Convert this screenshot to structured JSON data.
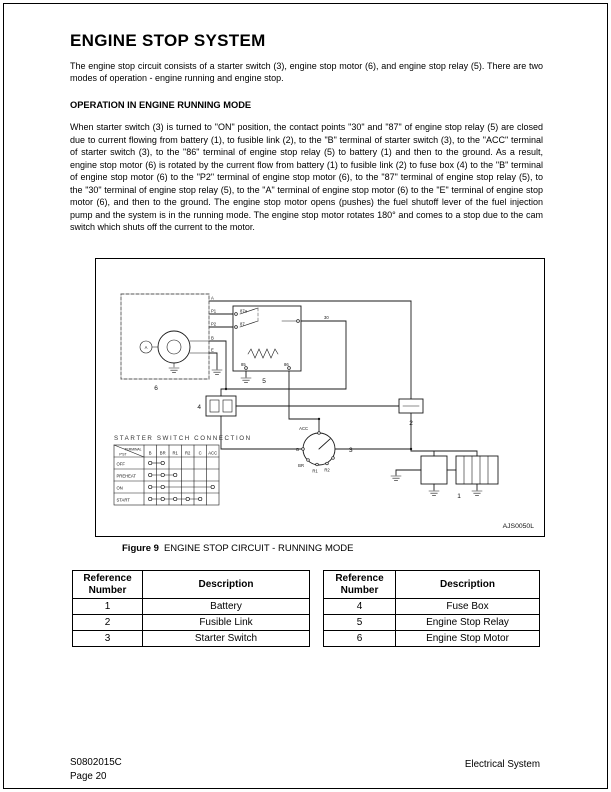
{
  "page": {
    "title": "ENGINE STOP SYSTEM",
    "intro": "The engine stop circuit consists of a starter switch (3), engine stop motor (6), and engine stop relay (5). There are two modes of operation - engine running and engine stop.",
    "section_heading": "OPERATION IN ENGINE RUNNING MODE",
    "body": "When starter switch (3) is turned to \"ON\" position, the contact points \"30\" and \"87\" of engine stop relay (5) are closed due to current flowing from battery (1), to fusible link (2), to the \"B\" terminal of starter switch (3), to the \"ACC\" terminal of starter switch (3), to the \"86\" terminal of engine stop relay (5) to battery (1) and then to the ground. As a result, engine stop motor (6) is rotated by the current flow from battery (1) to fusible link (2) to fuse box (4) to the \"B\" terminal of engine stop motor (6) to the \"P2\" terminal of engine stop motor (6), to the \"87\" terminal of engine stop relay (5), to the \"30\" terminal of engine stop relay (5), to the \"A\" terminal of engine stop motor (6) to the \"E\" terminal of engine stop motor (6), and then to the ground. The engine stop motor opens (pushes) the fuel shutoff lever of the fuel injection pump and the system is in the running mode. The engine stop motor rotates 180° and comes to a stop due to the cam switch which shuts off the current to the motor."
  },
  "figure": {
    "caption_label": "Figure 9",
    "caption_text": "ENGINE STOP CIRCUIT - RUNNING MODE",
    "code": "AJS0050L",
    "diagram": {
      "connection_title": "STARTER SWITCH CONNECTION",
      "motor_inner_label": "A",
      "motor_terminals": [
        "A",
        "P1",
        "P2",
        "B",
        "E"
      ],
      "relay_terminals": [
        "87a",
        "87",
        "30",
        "85",
        "86"
      ],
      "switch_terminals": [
        "ACC",
        "B",
        "BR",
        "R1",
        "R2"
      ],
      "ref_numbers": {
        "battery": "1",
        "fusible_link": "2",
        "starter_switch": "3",
        "fuse_box": "4",
        "relay": "5",
        "motor": "6"
      },
      "connection_table": {
        "corner_top": "TERMINAL",
        "corner_bottom": "P'ST",
        "columns": [
          "B",
          "BR",
          "R1",
          "R2",
          "C",
          "ACC"
        ],
        "rows": [
          "OFF",
          "PREHEAT",
          "ON",
          "START"
        ]
      }
    }
  },
  "tables": [
    {
      "headers": [
        "Reference Number",
        "Description"
      ],
      "rows": [
        [
          "1",
          "Battery"
        ],
        [
          "2",
          "Fusible Link"
        ],
        [
          "3",
          "Starter Switch"
        ]
      ]
    },
    {
      "headers": [
        "Reference Number",
        "Description"
      ],
      "rows": [
        [
          "4",
          "Fuse Box"
        ],
        [
          "5",
          "Engine Stop Relay"
        ],
        [
          "6",
          "Engine Stop Motor"
        ]
      ]
    }
  ],
  "footer": {
    "doc_code": "S0802015C",
    "page_number": "Page 20",
    "section_name": "Electrical System"
  }
}
